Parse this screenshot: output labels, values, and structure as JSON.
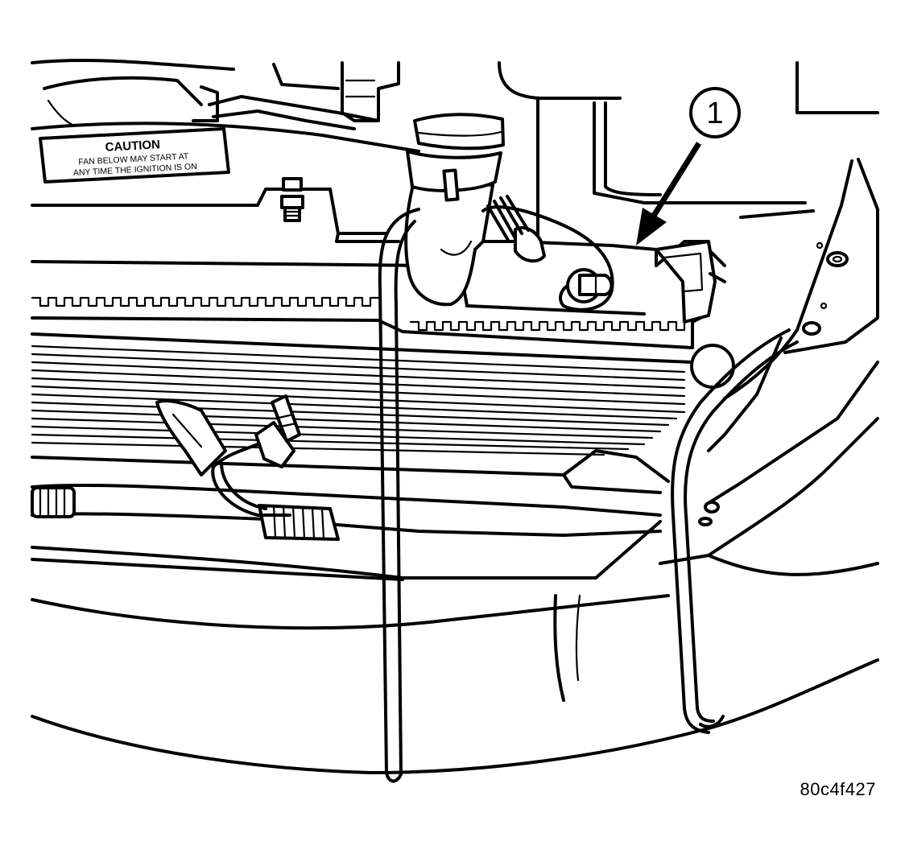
{
  "caution_label": {
    "heading": "CAUTION",
    "line1": "FAN BELOW MAY START AT",
    "line2": "ANY TIME THE IGNITION IS ON"
  },
  "callouts": [
    {
      "number": "1"
    }
  ],
  "figure_code": "80c4f427",
  "colors": {
    "ink": "#000000",
    "paper": "#ffffff"
  }
}
